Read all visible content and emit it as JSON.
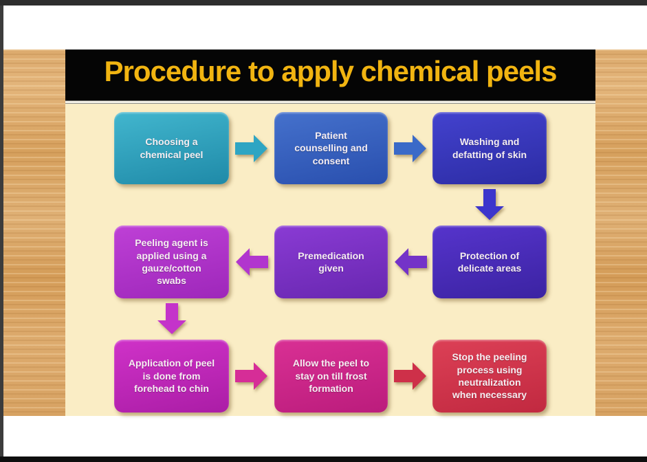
{
  "slide": {
    "title": "Procedure to apply chemical peels",
    "title_color": "#f1b411",
    "title_bar_color": "#050505",
    "panel_color": "#faedc5",
    "wood_border_color": "#d9a768"
  },
  "flowchart": {
    "steps": [
      {
        "label": "Choosing a\nchemical peel",
        "color_top": "#42b6ce",
        "color_bottom": "#1f8aa8"
      },
      {
        "label": "Patient\ncounselling and\nconsent",
        "color_top": "#4571cc",
        "color_bottom": "#294fae"
      },
      {
        "label": "Washing and\ndefatting of skin",
        "color_top": "#4342ce",
        "color_bottom": "#2c2ca4"
      },
      {
        "label": "Protection of\ndelicate areas",
        "color_top": "#5634cc",
        "color_bottom": "#3b23a2"
      },
      {
        "label": "Premedication\ngiven",
        "color_top": "#8a3bd4",
        "color_bottom": "#6827b0"
      },
      {
        "label": "Peeling agent is\napplied using a\ngauze/cotton\nswabs",
        "color_top": "#be40d6",
        "color_bottom": "#9e27ba"
      },
      {
        "label": "Application of peel\nis done from\nforehead to chin",
        "color_top": "#cf32c8",
        "color_bottom": "#ab1da6"
      },
      {
        "label": "Allow the peel to\nstay on till frost\nformation",
        "color_top": "#d93094",
        "color_bottom": "#bb1c7c"
      },
      {
        "label": "Stop the peeling\nprocess using\nneutralization\nwhen necessary",
        "color_top": "#dc4056",
        "color_bottom": "#c12940"
      }
    ],
    "arrows": [
      {
        "name": "step1-to-step2",
        "direction": "right",
        "color": "#2ea5c3"
      },
      {
        "name": "step2-to-step3",
        "direction": "right",
        "color": "#3a6ac8"
      },
      {
        "name": "step3-to-step4",
        "direction": "down",
        "color": "#3c35cc"
      },
      {
        "name": "step4-to-step5",
        "direction": "left",
        "color": "#7433c8"
      },
      {
        "name": "step5-to-step6",
        "direction": "left",
        "color": "#b136ce"
      },
      {
        "name": "step6-to-step7",
        "direction": "down",
        "color": "#c433ca"
      },
      {
        "name": "step7-to-step8",
        "direction": "right",
        "color": "#d62d97"
      },
      {
        "name": "step8-to-step9",
        "direction": "right",
        "color": "#ce3049"
      }
    ]
  }
}
